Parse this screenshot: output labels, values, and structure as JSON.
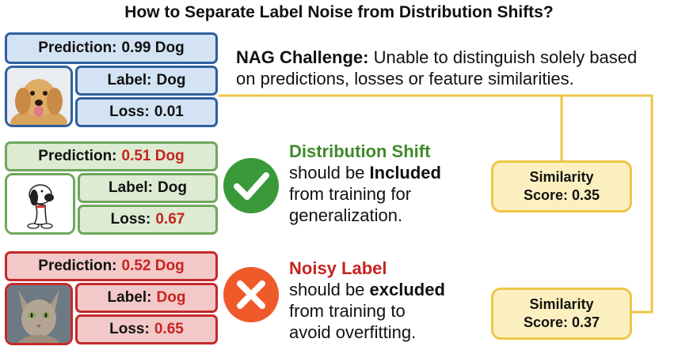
{
  "title": "How to Separate Label Noise from Distribution Shifts?",
  "challenge": {
    "heading": "NAG Challenge:",
    "text_line1": "Unable to distinguish solely based",
    "text_line2": "on predictions, losses or feature similarities."
  },
  "rows": [
    {
      "prediction_label": "Prediction:",
      "prediction_value": "0.99 Dog",
      "label_label": "Label:",
      "label_value": "Dog",
      "loss_label": "Loss:",
      "loss_value": "0.01",
      "image": "golden-retriever-photo"
    },
    {
      "prediction_label": "Prediction:",
      "prediction_value": "0.51 Dog",
      "label_label": "Label:",
      "label_value": "Dog",
      "loss_label": "Loss:",
      "loss_value": "0.67",
      "image": "snoopy-cartoon",
      "badge": "check-icon"
    },
    {
      "prediction_label": "Prediction:",
      "prediction_value": "0.52 Dog",
      "label_label": "Label:",
      "label_value": "Dog",
      "loss_label": "Loss:",
      "loss_value": "0.65",
      "image": "sphynx-cat-photo",
      "badge": "cross-icon"
    }
  ],
  "shift": {
    "heading": "Distribution Shift",
    "line1_pre": "should be ",
    "line1_bold": "Included",
    "line2": "from training for",
    "line3": "generalization."
  },
  "noisy": {
    "heading": "Noisy Label",
    "line1_pre": "should be ",
    "line1_bold": "excluded",
    "line2": "from training to",
    "line3": "avoid overfitting."
  },
  "similarity": [
    {
      "line1": "Similarity",
      "line2": "Score: 0.35"
    },
    {
      "line1": "Similarity",
      "line2": "Score: 0.37"
    }
  ],
  "colors": {
    "blue_border": "#2f5f9e",
    "blue_fill": "#d3e3f3",
    "green_border": "#6ea75a",
    "green_fill": "#dcebd2",
    "red_border": "#c32a2a",
    "red_fill": "#f3c8c8",
    "connector": "#eec547",
    "check": "#3a9a3a",
    "cross": "#ef5a2a",
    "red_text": "#c5241f",
    "green_text": "#3f8a2b"
  }
}
